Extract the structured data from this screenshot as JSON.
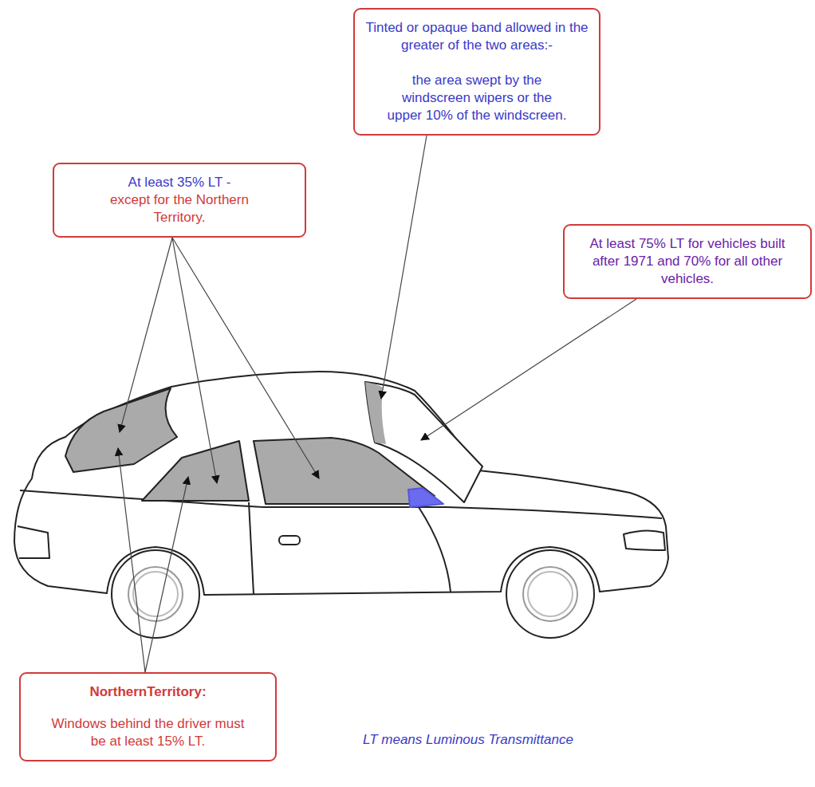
{
  "diagram": {
    "nodes": [
      {
        "text": [
          "Tinted or opaque band allowed in the greater of the two areas:-",
          "the area swept by the windscreen wipers or the upper 10% of the windscreen."
        ]
      },
      {
        "text": [
          "At least 35% LT -",
          "except for the Northern Territory."
        ]
      },
      {
        "text": [
          "At least 75% LT for vehicles built after 1971 and 70% for all other vehicles."
        ]
      },
      {
        "text": [
          "NorthernTerritory:",
          "Windows behind the driver must be at least 15% LT."
        ]
      }
    ],
    "labels": [
      "LT means Luminous Transmittance"
    ]
  }
}
